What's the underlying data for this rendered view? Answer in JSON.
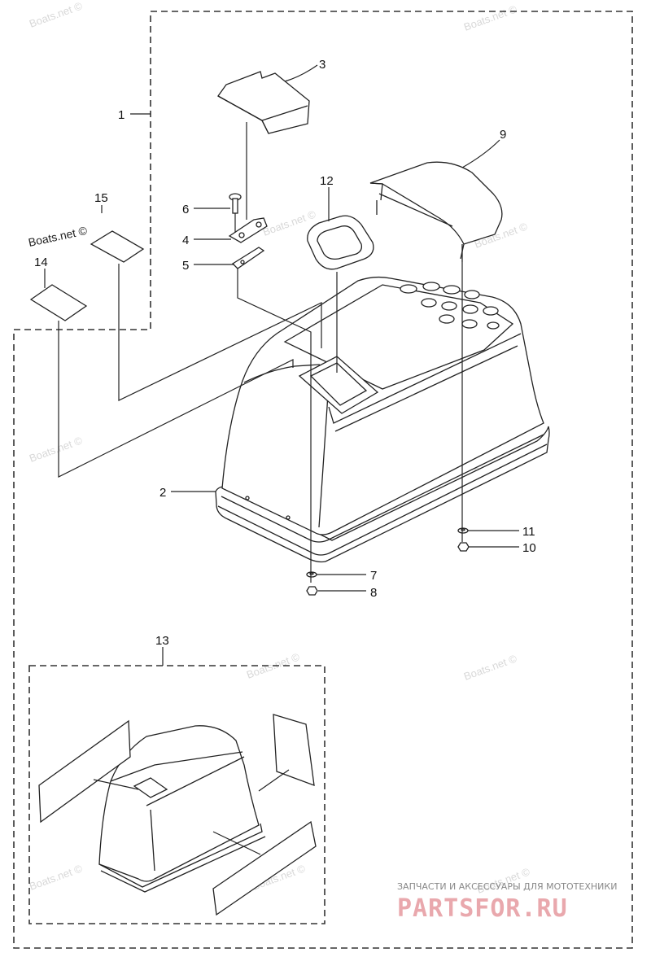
{
  "callouts": [
    "1",
    "2",
    "3",
    "4",
    "5",
    "6",
    "7",
    "8",
    "9",
    "10",
    "11",
    "12",
    "13",
    "14",
    "15"
  ],
  "watermark": {
    "text": "Boats.net ©"
  },
  "brand": {
    "subtitle": "ЗАПЧАСТИ И АКСЕССУАРЫ ДЛЯ МОТОТЕХНИКИ",
    "logo": "PARTSFOR.RU",
    "logo_color": "#e9a8ad"
  },
  "colors": {
    "line": "#222222",
    "watermark": "#d8d8d8"
  }
}
